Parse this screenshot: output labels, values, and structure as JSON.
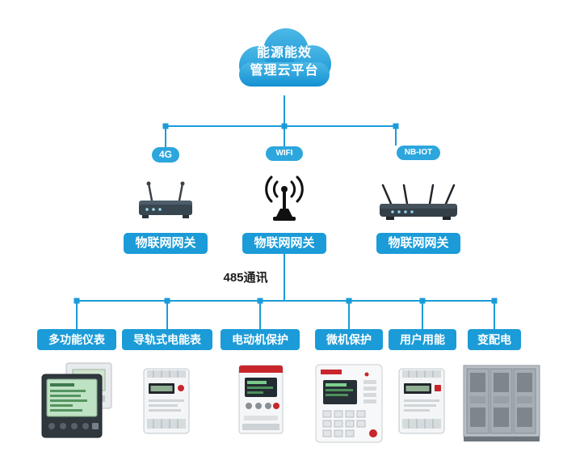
{
  "colors": {
    "line_blue": "#1b9bd7",
    "pill_blue": "#1b9bd7",
    "badge_blue": "#2ca6dd",
    "label_text": "#ffffff",
    "bus_label_text": "#1a1a1a"
  },
  "cloud": {
    "line1": "能源能效",
    "line2": "管理云平台"
  },
  "connectivity": [
    {
      "badge": "4G",
      "gateway_label": "物联网网关",
      "icon": "cellular-router-icon"
    },
    {
      "badge": "WIFI",
      "gateway_label": "物联网网关",
      "icon": "wifi-antenna-icon"
    },
    {
      "badge": "NB-IOT",
      "gateway_label": "物联网网关",
      "icon": "nbiot-router-icon"
    }
  ],
  "bus": {
    "label": "485通讯"
  },
  "devices": [
    {
      "label": "多功能仪表",
      "icon": "multifunction-meter-image"
    },
    {
      "label": "导轨式电能表",
      "icon": "din-rail-meter-image"
    },
    {
      "label": "电动机保护",
      "icon": "motor-protection-image"
    },
    {
      "label": "微机保护",
      "icon": "microcomputer-protection-image"
    },
    {
      "label": "用户用能",
      "icon": "user-energy-meter-image"
    },
    {
      "label": "变配电",
      "icon": "distribution-cabinet-image"
    }
  ]
}
